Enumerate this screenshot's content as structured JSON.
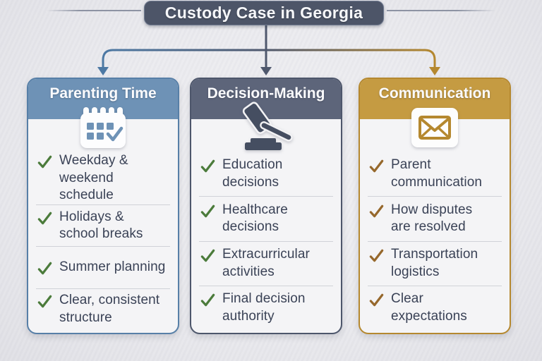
{
  "title": "Custody Case in Georgia",
  "title_bg": "#4d5568",
  "background": "#eaeaee",
  "text_color": "#3a4256",
  "connector": {
    "left_color": "#4d79a4",
    "center_color": "#4f586d",
    "right_color": "#b5882f"
  },
  "columns": [
    {
      "label": "Parenting Time",
      "icon": "calendar-icon",
      "colors": {
        "accent": "#577fa7",
        "header_bg": "#6e92b6",
        "check": "#4b7b3b"
      },
      "items": [
        "Weekday &\nweekend schedule",
        "Holidays &\nschool breaks",
        "Summer planning",
        "Clear, consistent\nstructure"
      ]
    },
    {
      "label": "Decision-Making",
      "icon": "gavel-icon",
      "colors": {
        "accent": "#4d566b",
        "header_bg": "#5d657a",
        "check": "#4b7b3b"
      },
      "items": [
        "Education\ndecisions",
        "Healthcare\ndecisions",
        "Extracurricular\nactivities",
        "Final decision\nauthority"
      ]
    },
    {
      "label": "Communication",
      "icon": "envelope-icon",
      "colors": {
        "accent": "#b5882f",
        "header_bg": "#c59b42",
        "check": "#96682c"
      },
      "items": [
        "Parent\ncommunication",
        "How disputes\nare resolved",
        "Transportation\nlogistics",
        "Clear\nexpectations"
      ]
    }
  ]
}
